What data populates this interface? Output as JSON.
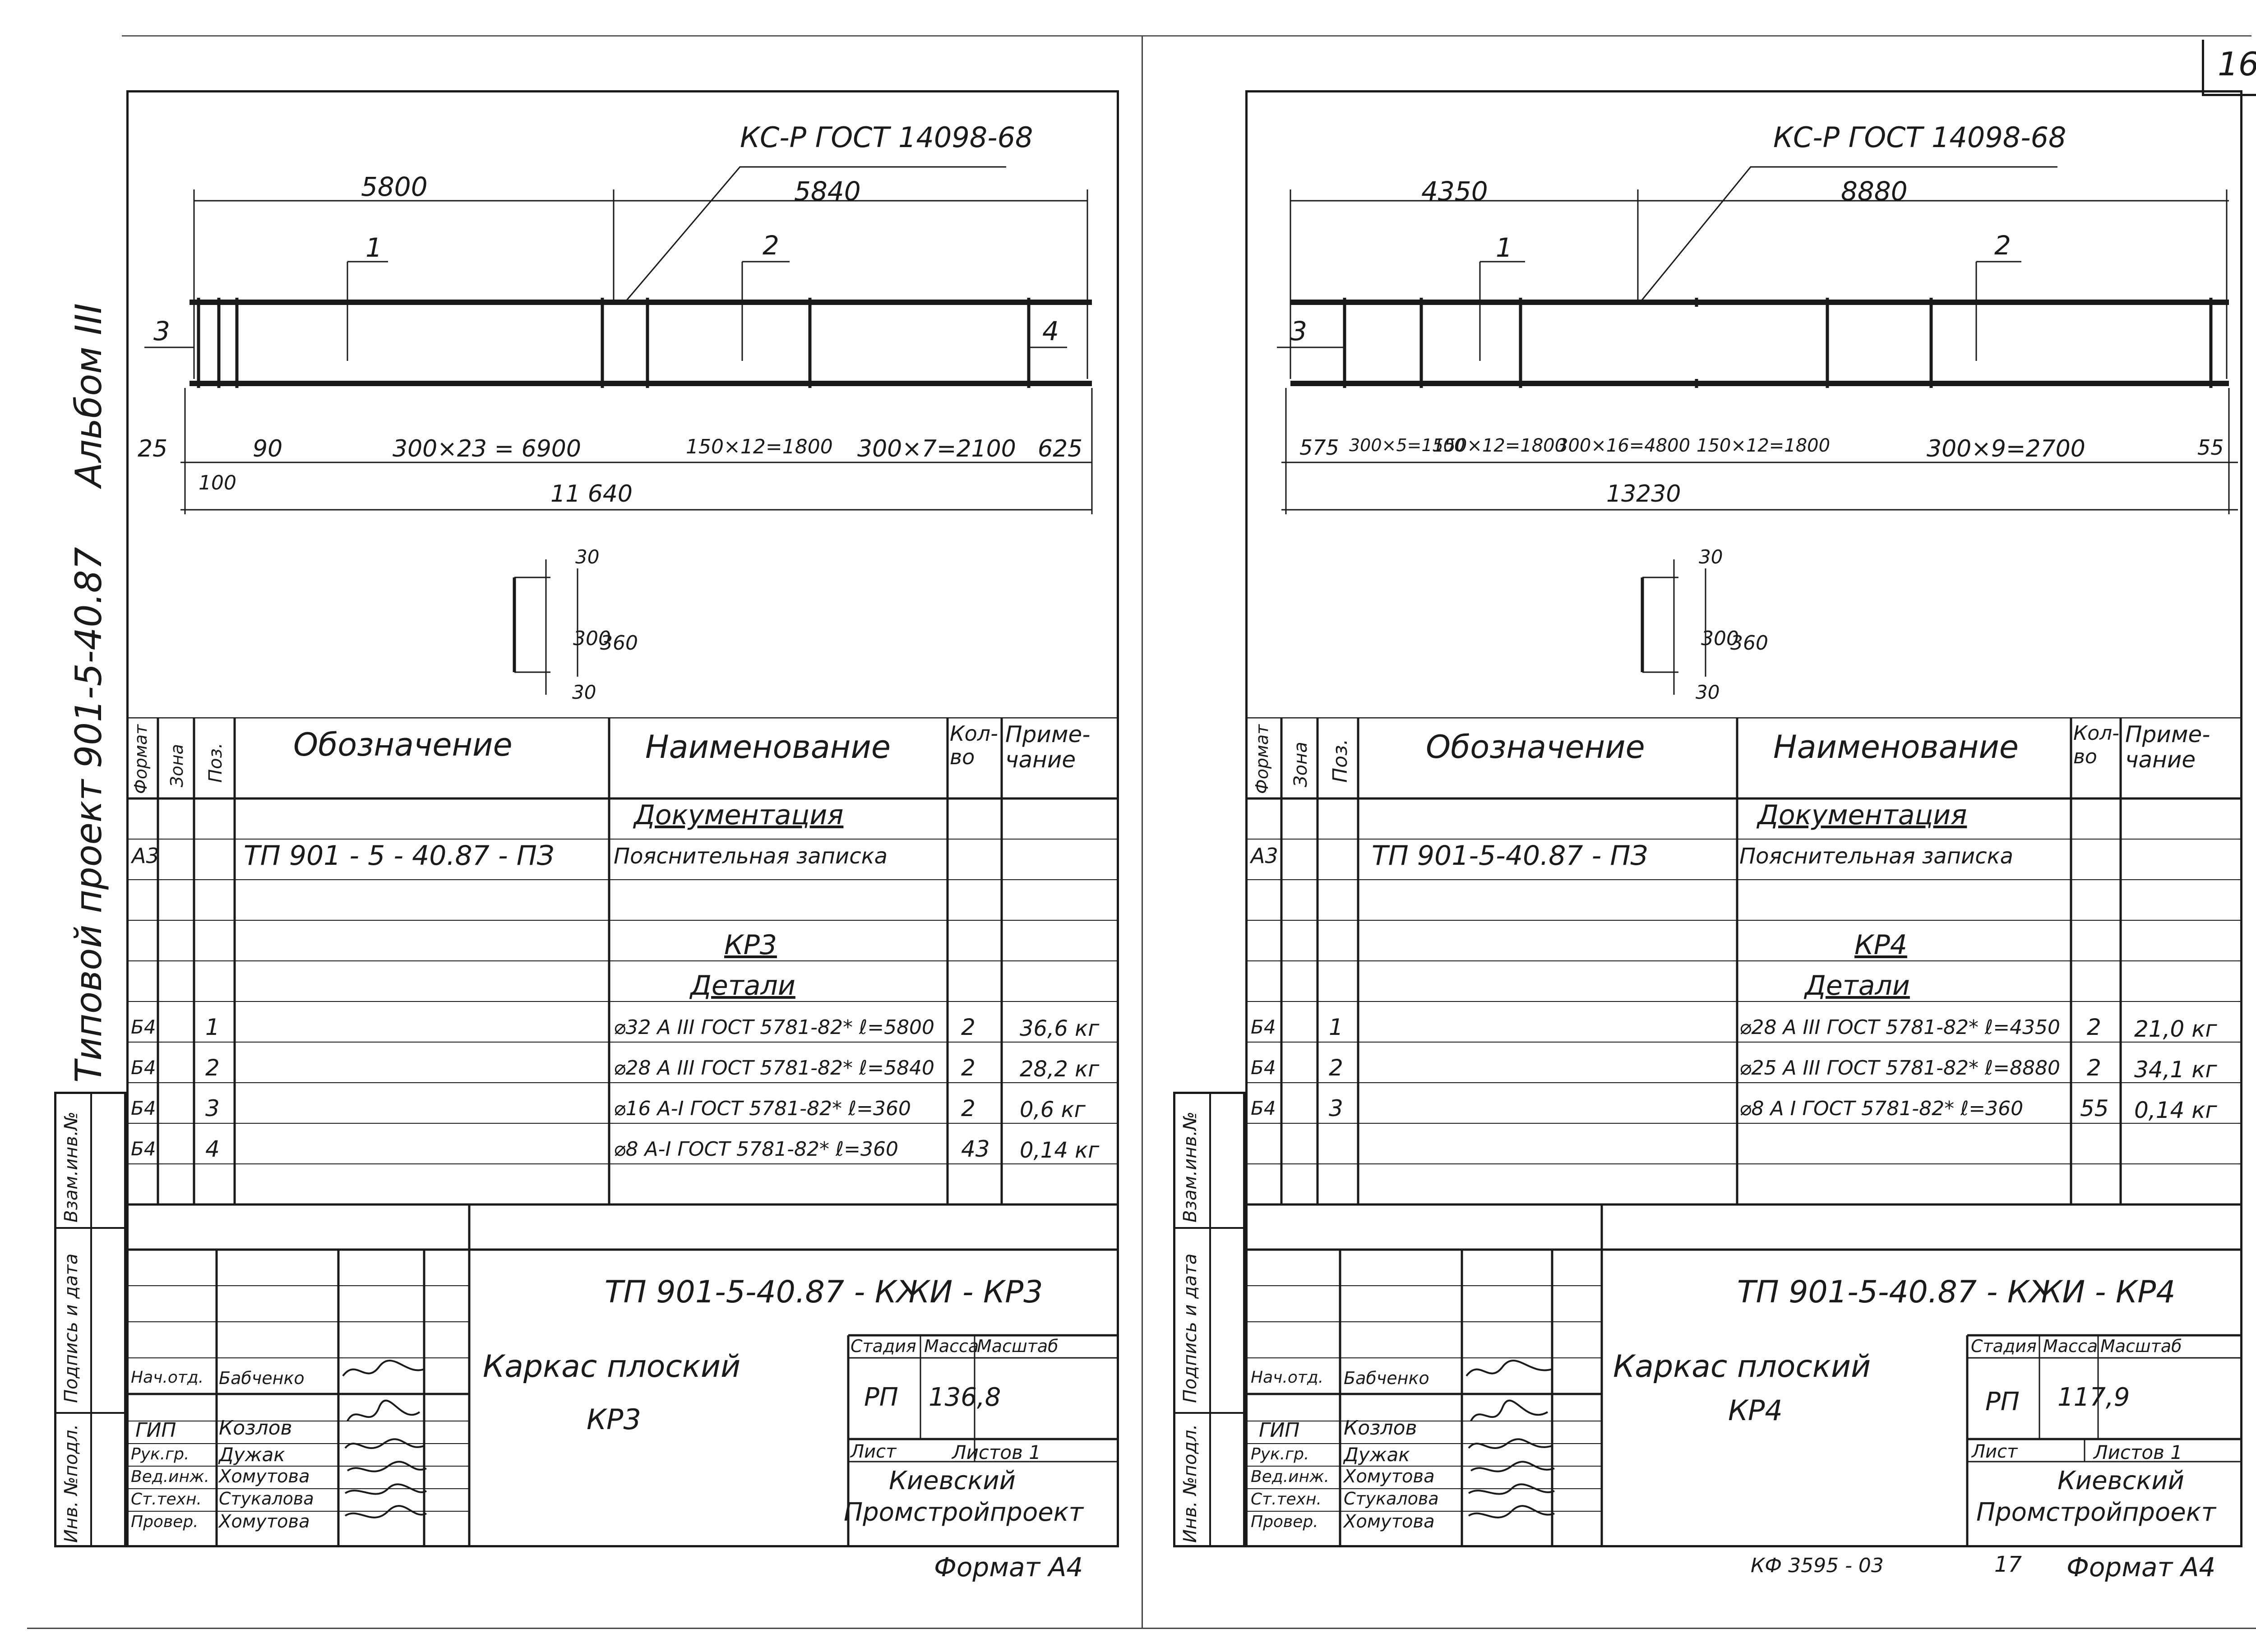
{
  "page": {
    "sheet_number": "16",
    "album_label": "Альбом III",
    "project_label": "Типовой проект 901-5-40.87",
    "footer_code": "КФ 3595 - 03",
    "footer_sheet": "17"
  },
  "sheets": [
    {
      "callout": "КС-Р ГОСТ 14098-68",
      "dim_top": [
        "5800",
        "5840"
      ],
      "pos_labels": [
        "1",
        "2",
        "3",
        "4"
      ],
      "dim_bottom": [
        "25",
        "100",
        "90",
        "300×23 = 6900",
        "150×12=1800",
        "300×7=2100",
        "625"
      ],
      "dim_total": "11 640",
      "section_dims": [
        "30",
        "300",
        "360",
        "30"
      ],
      "headers": {
        "format": "Формат",
        "zone": "Зона",
        "pos": "Поз.",
        "designation": "Обозначение",
        "name": "Наименование",
        "qty": "Кол-во",
        "note": "Приме-чание"
      },
      "doc_section": "Документация",
      "doc_row": {
        "format": "А3",
        "designation": "ТП 901 - 5 - 40.87 - ПЗ",
        "name": "Пояснительная записка"
      },
      "frame_title": "КР3",
      "details_title": "Детали",
      "rows": [
        {
          "format": "Б4",
          "pos": "1",
          "name": "⌀32 А III ГОСТ 5781-82* ℓ=5800",
          "qty": "2",
          "note": "36,6 кг"
        },
        {
          "format": "Б4",
          "pos": "2",
          "name": "⌀28 А III ГОСТ 5781-82* ℓ=5840",
          "qty": "2",
          "note": "28,2 кг"
        },
        {
          "format": "Б4",
          "pos": "3",
          "name": "⌀16 А-I ГОСТ 5781-82* ℓ=360",
          "qty": "2",
          "note": "0,6 кг"
        },
        {
          "format": "Б4",
          "pos": "4",
          "name": "⌀8 А-I ГОСТ 5781-82* ℓ=360",
          "qty": "43",
          "note": "0,14 кг"
        }
      ],
      "doc_code": "ТП 901-5-40.87 - КЖИ - КР3",
      "item_title": "Каркас плоский",
      "item_code": "КР3",
      "stage_label": "Стадия",
      "mass_label": "Масса",
      "scale_label": "Масштаб",
      "stage": "РП",
      "mass": "136,8",
      "sheet_label": "Лист",
      "sheets_label": "Листов 1",
      "org": [
        "Киевский",
        "Промстройпроект"
      ],
      "staff": [
        {
          "role": "Нач.отд.",
          "name": "Бабченко"
        },
        {
          "role": "ГИП",
          "name": "Козлов"
        },
        {
          "role": "Рук.гр.",
          "name": "Дужак"
        },
        {
          "role": "Вед.инж.",
          "name": "Хомутова"
        },
        {
          "role": "Ст.техн.",
          "name": "Стукалова"
        },
        {
          "role": "Провер.",
          "name": "Хомутова"
        }
      ],
      "side_labels": [
        "Взам.инв.№",
        "Подпись и дата",
        "Инв. №подл."
      ],
      "format_label": "Формат А4"
    },
    {
      "callout": "КС-Р ГОСТ 14098-68",
      "dim_top": [
        "4350",
        "8880"
      ],
      "pos_labels": [
        "1",
        "2",
        "3"
      ],
      "dim_bottom": [
        "575",
        "300×5=1500",
        "150×12=1800",
        "300×16=4800",
        "150×12=1800",
        "300×9=2700",
        "55"
      ],
      "dim_total": "13230",
      "section_dims": [
        "30",
        "300",
        "360",
        "30"
      ],
      "headers": {
        "format": "Формат",
        "zone": "Зона",
        "pos": "Поз.",
        "designation": "Обозначение",
        "name": "Наименование",
        "qty": "Кол-во",
        "note": "Приме-чание"
      },
      "doc_section": "Документация",
      "doc_row": {
        "format": "А3",
        "designation": "ТП 901-5-40.87 - ПЗ",
        "name": "Пояснительная записка"
      },
      "frame_title": "КР4",
      "details_title": "Детали",
      "rows": [
        {
          "format": "Б4",
          "pos": "1",
          "name": "⌀28 А III ГОСТ 5781-82* ℓ=4350",
          "qty": "2",
          "note": "21,0 кг"
        },
        {
          "format": "Б4",
          "pos": "2",
          "name": "⌀25 А III ГОСТ 5781-82* ℓ=8880",
          "qty": "2",
          "note": "34,1 кг"
        },
        {
          "format": "Б4",
          "pos": "3",
          "name": "⌀8 А I ГОСТ 5781-82* ℓ=360",
          "qty": "55",
          "note": "0,14 кг"
        }
      ],
      "doc_code": "ТП 901-5-40.87 - КЖИ - КР4",
      "item_title": "Каркас плоский",
      "item_code": "КР4",
      "stage_label": "Стадия",
      "mass_label": "Масса",
      "scale_label": "Масштаб",
      "stage": "РП",
      "mass": "117,9",
      "sheet_label": "Лист",
      "sheets_label": "Листов 1",
      "org": [
        "Киевский",
        "Промстройпроект"
      ],
      "staff": [
        {
          "role": "Нач.отд.",
          "name": "Бабченко"
        },
        {
          "role": "ГИП",
          "name": "Козлов"
        },
        {
          "role": "Рук.гр.",
          "name": "Дужак"
        },
        {
          "role": "Вед.инж.",
          "name": "Хомутова"
        },
        {
          "role": "Ст.техн.",
          "name": "Стукалова"
        },
        {
          "role": "Провер.",
          "name": "Хомутова"
        }
      ],
      "side_labels": [
        "Взам.инв.№",
        "Подпись и дата",
        "Инв. №подл."
      ],
      "format_label": "Формат А4"
    }
  ]
}
